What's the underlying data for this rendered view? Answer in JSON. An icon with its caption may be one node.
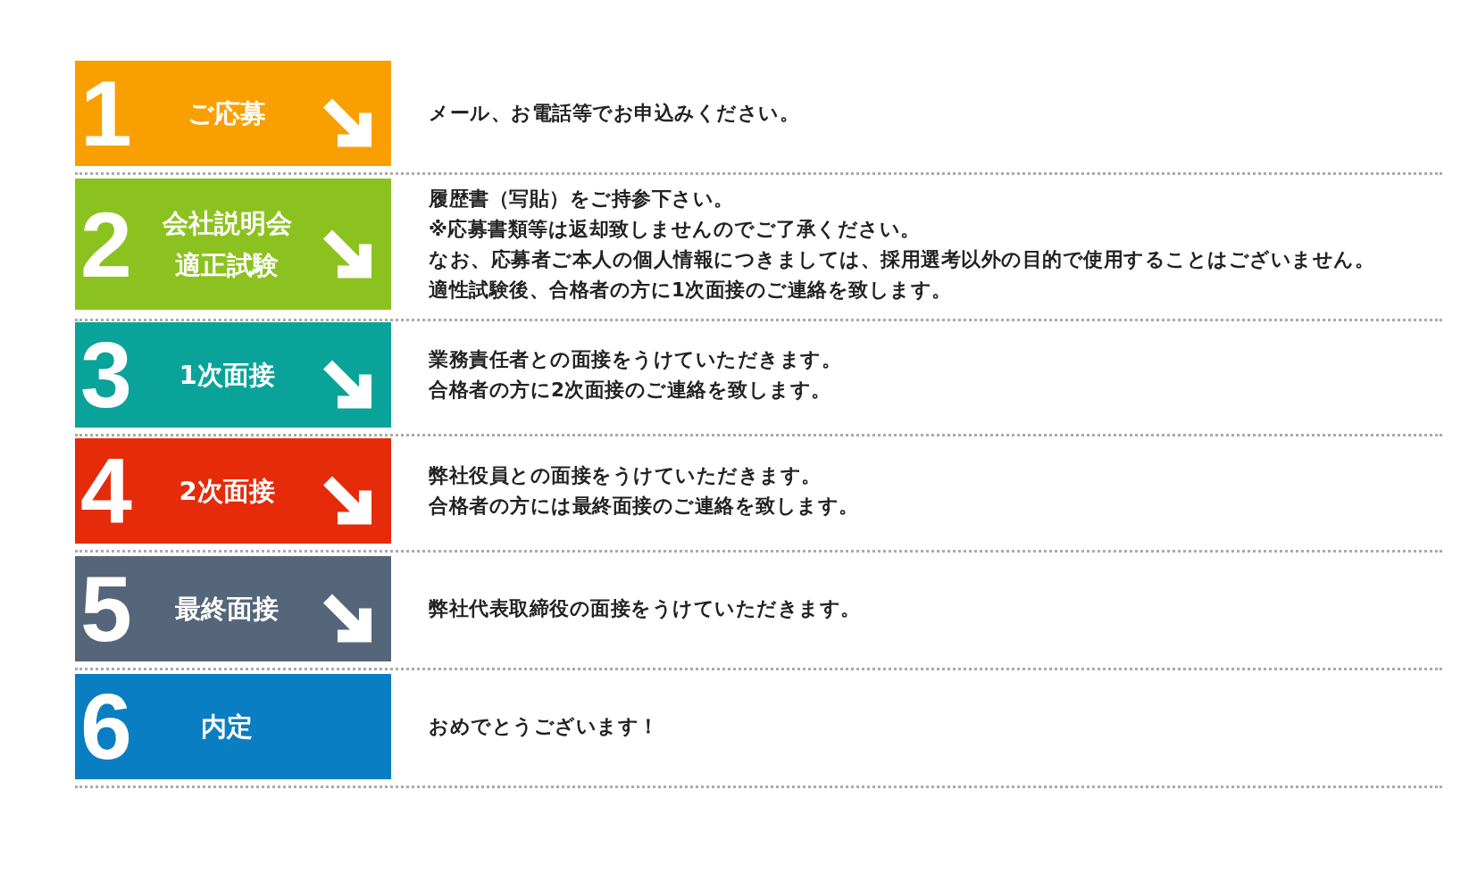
{
  "diagram": {
    "nodes": [
      {
        "text": [
          "1",
          "ご応募"
        ],
        "beside": [
          "メール、お電話等でお申込みください。"
        ]
      },
      {
        "text": [
          "2",
          "会社説明会",
          "適正試験"
        ],
        "beside": [
          "履歴書（写貼）をご持参下さい。",
          "※応募書類等は返却致しませんのでご了承ください。",
          "なお、応募者ご本人の個人情報につきましては、採用選考以外の目的で使用することはございません。",
          "適性試験後、合格者の方に1次面接のご連絡を致します。"
        ]
      },
      {
        "text": [
          "3",
          "1次面接"
        ],
        "beside": [
          "業務責任者との面接をうけていただきます。",
          "合格者の方に2次面接のご連絡を致します。"
        ]
      },
      {
        "text": [
          "4",
          "2次面接"
        ],
        "beside": [
          "弊社役員との面接をうけていただきます。",
          "合格者の方には最終面接のご連絡を致します。"
        ]
      },
      {
        "text": [
          "5",
          "最終面接"
        ],
        "beside": [
          "弊社代表取締役の面接をうけていただきます。"
        ]
      },
      {
        "text": [
          "6",
          "内定"
        ],
        "beside": [
          "おめでとうございます！"
        ]
      }
    ]
  }
}
